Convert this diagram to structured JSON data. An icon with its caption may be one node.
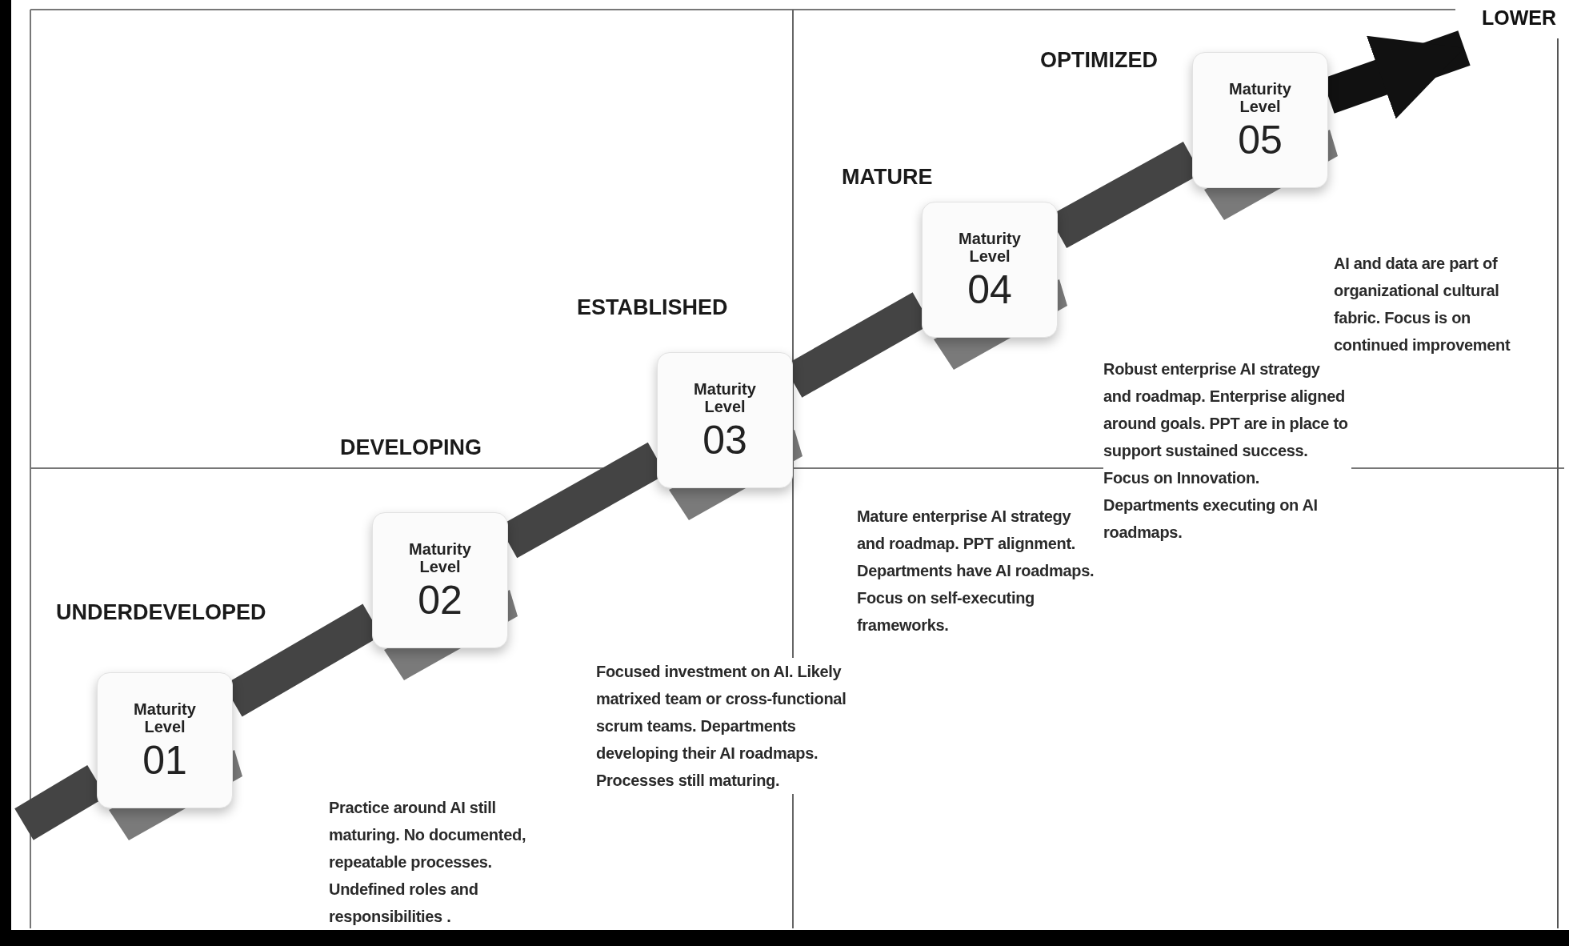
{
  "diagram": {
    "nodes": [
      {
        "text": [
          "Maturity Level",
          "01"
        ],
        "beside": [
          "UNDERDEVELOPED"
        ]
      },
      {
        "text": [
          "Maturity Level",
          "02"
        ],
        "beside": [
          "DEVELOPING"
        ]
      },
      {
        "text": [
          "Maturity Level",
          "03"
        ],
        "beside": [
          "ESTABLISHED"
        ]
      },
      {
        "text": [
          "Maturity Level",
          "04"
        ],
        "beside": [
          "MATURE"
        ]
      },
      {
        "text": [
          "Maturity Level",
          "05"
        ],
        "beside": [
          "OPTIMIZED"
        ]
      }
    ],
    "edges": [
      {
        "from": null,
        "to": 0,
        "arrow": "none"
      },
      {
        "from": 0,
        "to": 1,
        "arrow": "none"
      },
      {
        "from": 1,
        "to": 2,
        "arrow": "none"
      },
      {
        "from": 2,
        "to": 3,
        "arrow": "none"
      },
      {
        "from": 3,
        "to": 4,
        "arrow": "none"
      },
      {
        "from": 4,
        "to": null,
        "arrow": "to"
      }
    ],
    "labels": [
      "LOWER",
      "AI and data are part of organizational cultural fabric. Focus is on continued improvement",
      "Robust enterprise AI strategy and roadmap. Enterprise aligned around goals. PPT are in place to support sustained success. Focus on Innovation. Departments executing on AI roadmaps.",
      "Mature enterprise AI strategy and roadmap. PPT alignment. Departments have AI roadmaps. Focus on self-executing frameworks.",
      "Focused investment on AI. Likely matrixed team or cross-functional scrum teams. Departments developing their AI roadmaps. Processes still maturing.",
      "Practice around AI still maturing. No documented, repeatable processes. Undefined roles and responsibilities ."
    ]
  }
}
